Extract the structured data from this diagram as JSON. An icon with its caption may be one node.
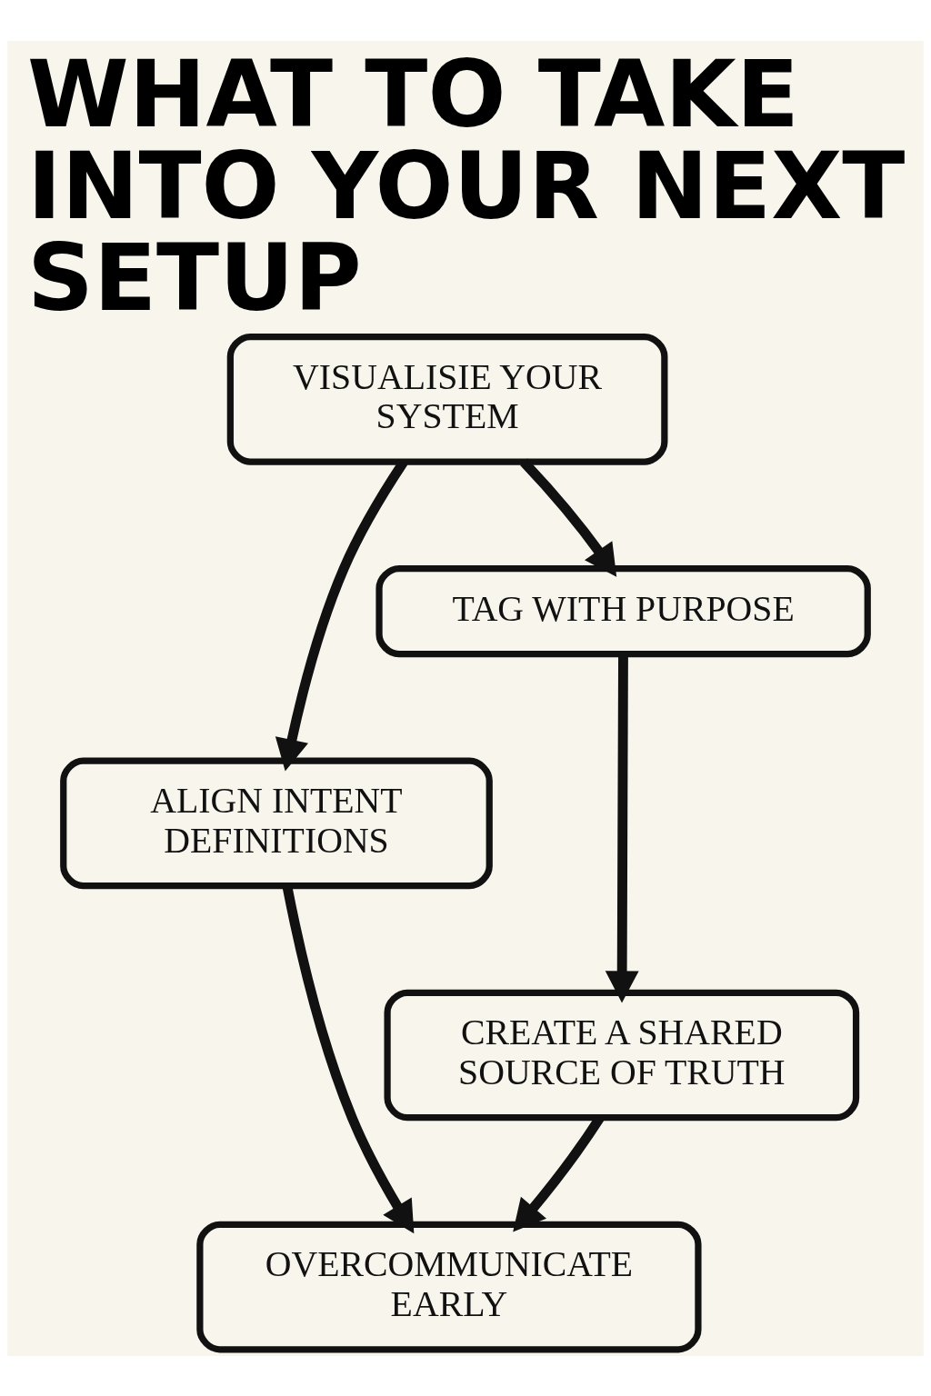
{
  "diagram": {
    "title": "WHAT TO TAKE INTO YOUR NEXT SETUP",
    "nodes": [
      {
        "text": [
          "VISUALISIE YOUR SYSTEM"
        ]
      },
      {
        "text": [
          "TAG WITH PURPOSE"
        ]
      },
      {
        "text": [
          "ALIGN INTENT DEFINITIONS"
        ]
      },
      {
        "text": [
          "CREATE A SHARED SOURCE OF TRUTH"
        ]
      },
      {
        "text": [
          "OVERCOMMUNICATE EARLY"
        ]
      }
    ],
    "edges": [
      {
        "from": 0,
        "to": 1,
        "arrow": "to"
      },
      {
        "from": 0,
        "to": 2,
        "arrow": "to"
      },
      {
        "from": 1,
        "to": 3,
        "arrow": "to"
      },
      {
        "from": 2,
        "to": 4,
        "arrow": "to"
      },
      {
        "from": 3,
        "to": 4,
        "arrow": "to"
      }
    ]
  }
}
